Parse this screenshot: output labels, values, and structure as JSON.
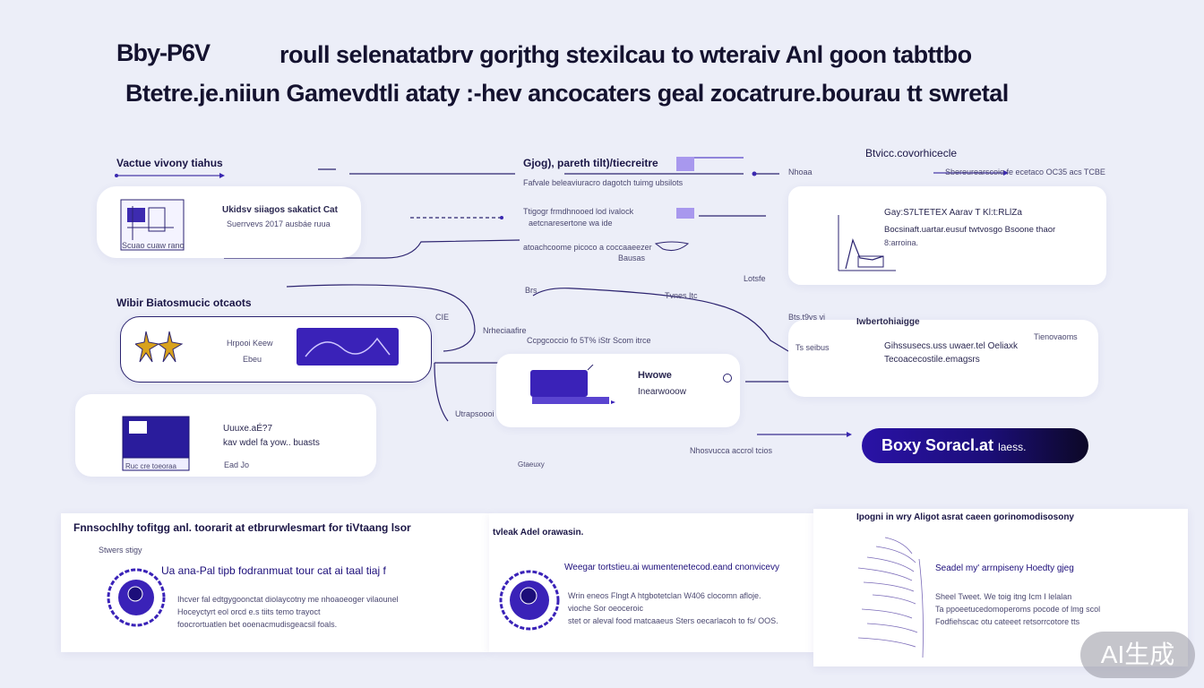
{
  "header": {
    "logo": "Bby-P6V",
    "title_line1": "roull selenatatbrv gorjthg stexilcau to wteraiv Anl goon tabttbo",
    "title_line2": "Btetre.je.niiun Gamevdtli ataty :-hev ancocaters geal zocatrure.bourau tt swretal"
  },
  "left_column": {
    "section1_label": "Vactue vivony tiahus",
    "card1_title": "Ukidsv siiagos sakatict Cat",
    "card1_text": "Suerrvevs 2017 ausbáe ruua",
    "card1_caption": "Scuao cuaw rano",
    "section2_label": "Wibir Biatosmucic otcaots",
    "card2_caption1": "Hrpooi Keew",
    "card2_caption2": "Ebeu",
    "card3_title": "Uuuxe.aÉ?7",
    "card3_text": "kav wdel fa yow.. buasts",
    "card3_caption": "Ead Jo",
    "card3_img_caption": "Ruc cre toeoraa"
  },
  "center_column": {
    "top_title": "Gjog), pareth tilt)/tiecreitre",
    "top_subtitle": "Fafvale beleaviuracro dagotch tuimg ubsilots",
    "mid_item1": "Ttigogr frmdhnooed lod ivalock",
    "mid_item2": "aetcnaresertone wa ide",
    "mid_item3": "atoachcoome picoco a coccaaeezer",
    "mid_item4": "Bausas",
    "small1": "Brs",
    "small2": "CIE",
    "small3": "Tvnes Itc",
    "small4": "Nrheciaafire",
    "small5": "Ccpgcoccio fo 5T% iStr Scom itrce",
    "card_title": "Hwowe",
    "card_text": "Inearwooow",
    "small6": "Utrapsoooi",
    "small7": "Gtaeuxy"
  },
  "right_column": {
    "top_label": "Btvicc.covorhicecle",
    "top_small": "Nhoaa",
    "top_small2": "Sbereurearscoio fe ecetaco OC35 acs TCBE",
    "card1_title": "Gay:S7LTETEX Aarav T Kl:t:RLlZa",
    "card1_text": "Bocsinaft.uartar.eusuf twtvosgo Bsoone thaor",
    "card1_sub": "8:arroina.",
    "mid_small": "Lotsfe",
    "card2_label_left": "Bts.t9vs vi",
    "card2_title": "Iwbertohiaigge",
    "card2_left": "Ts seibus",
    "card2_text1": "Gihssusecs.uss uwaer.tel Oeliaxk",
    "card2_text2": "Tecoacecostile.emagsrs",
    "card2_right": "Tienovaoms",
    "small_right": "Nhosvucca accrol tcios",
    "cta_main": "Boxy Soracl.at",
    "cta_sub": "laess."
  },
  "bottom_panels": {
    "p1_title": "Fnnsochlhy tofitgg anl. toorarit at etbrurwlesmart for tiVtaang lsor",
    "p1_sub": "Stwers stigy",
    "p1_head": "Ua ana-Pal tipb fodranmuat tour cat ai taal tiaj f",
    "p1_l1": "Ihcver fal edtgygoonctat diolaycotny me nhoaoeoger vilaounel",
    "p1_l2": "Hoceyctyrt eol orcd e.s tiits temo trayoct",
    "p1_l3": "foocrortuatlen bet ooenacmudisgeacsil foals.",
    "p2_title": "tvleak Adel orawasin.",
    "p2_head": "Weegar tortstieu.ai wumentenetecod.eand cnonvicevy",
    "p2_l1": "Wrin eneos Flngt A htgbotetclan W406 clocomn afloje.",
    "p2_l2": "vioche Sor oeoceroic",
    "p2_l3": "stet or aleval food matcaaeus Sters oecarlacoh to fs/ OOS.",
    "p3_title": "Ipogni in wry Aligot asrat caeen gorinomodisosony",
    "p3_head": "Seadel my' arrnpiseny Hoedty gjeg",
    "p3_l1": "Sheel Tweet. We toig itng Icm I lelalan",
    "p3_l2": "Ta ppoeetucedomoperoms pocode of lmg scol",
    "p3_l3": "Fodfiehscac otu cateeet retsorrcotore tts"
  },
  "watermark": "AI生成"
}
